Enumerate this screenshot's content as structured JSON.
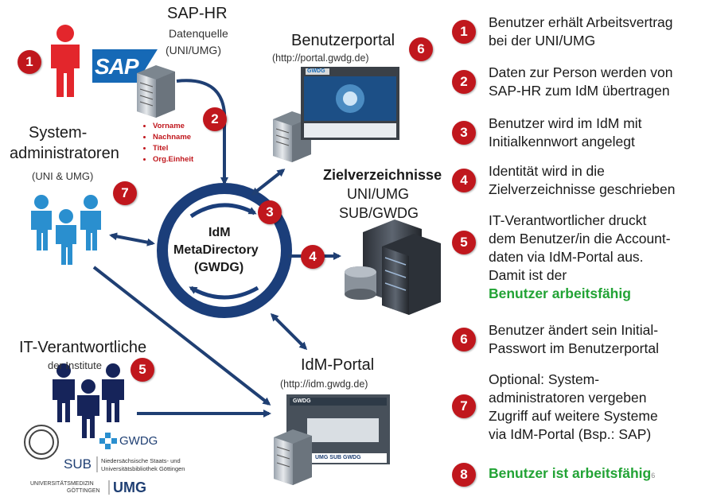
{
  "nodes": {
    "sap_hr": {
      "title": "SAP-HR",
      "sub1": "Datenquelle",
      "sub2": "(UNI/UMG)",
      "logo": "SAP",
      "fields": [
        "Vorname",
        "Nachname",
        "Titel",
        "Org.Einheit"
      ]
    },
    "portal": {
      "title": "Benutzerportal",
      "url": "(http://portal.gwdg.de)"
    },
    "sysadmin": {
      "line1": "System-",
      "line2": "administratoren",
      "line3": "(UNI & UMG)"
    },
    "idm": {
      "line1": "IdM",
      "line2": "MetaDirectory",
      "line3": "(GWDG)"
    },
    "ziel": {
      "line1": "Zielverzeichnisse",
      "line2": "UNI/UMG",
      "line3": "SUB/GWDG"
    },
    "itverant": {
      "line1": "IT-Verantwortliche",
      "line2": "der Institute"
    },
    "idm_portal": {
      "title": "IdM-Portal",
      "url": "(http://idm.gwdg.de)"
    }
  },
  "logos": {
    "gwdg": "GWDG",
    "sub": "SUB",
    "sub_text1": "Niedersächsische Staats- und",
    "sub_text2": "Universitätsbibliothek Göttingen",
    "umg_small1": "UNIVERSITÄTSMEDIZIN",
    "umg_small2": "GÖTTINGEN",
    "umg": "UMG"
  },
  "screens": {
    "portal_logo": "GWDG",
    "idm_logo": "GWDG",
    "idm_footer": "UMG SUB GWDG"
  },
  "badges": [
    "1",
    "2",
    "3",
    "4",
    "5",
    "6",
    "7",
    "8"
  ],
  "steps": [
    {
      "num": "1",
      "lines": [
        "Benutzer erhält Arbeitsvertrag",
        "bei der UNI/UMG"
      ]
    },
    {
      "num": "2",
      "lines": [
        "Daten zur Person werden von",
        "SAP-HR zum IdM übertragen"
      ]
    },
    {
      "num": "3",
      "lines": [
        "Benutzer wird im IdM mit",
        "Initialkennwort angelegt"
      ]
    },
    {
      "num": "4",
      "lines": [
        "Identität wird in die",
        "Zielverzeichnisse geschrieben"
      ]
    },
    {
      "num": "5",
      "lines": [
        "IT-Verantwortlicher druckt",
        "dem Benutzer/in die Account-",
        "daten via IdM-Portal aus.",
        "Damit ist der"
      ],
      "highlight": "Benutzer arbeitsfähig"
    },
    {
      "num": "6",
      "lines": [
        "Benutzer ändert sein Initial-",
        "Passwort im Benutzerportal"
      ]
    },
    {
      "num": "7",
      "lines": [
        "Optional: System-",
        "administratoren vergeben",
        "Zugriff auf weitere Systeme",
        "via IdM-Portal (Bsp.: SAP)"
      ]
    },
    {
      "num": "8",
      "highlight": "Benutzer ist arbeitsfähig",
      "page": "6"
    }
  ],
  "colors": {
    "badge": "#c0171d",
    "green": "#22a335",
    "arrow": "#1f3f73",
    "person_red": "#e3262c",
    "person_blue": "#2a8fcf",
    "person_navy": "#16245a",
    "ring": "#1b3e7a"
  }
}
